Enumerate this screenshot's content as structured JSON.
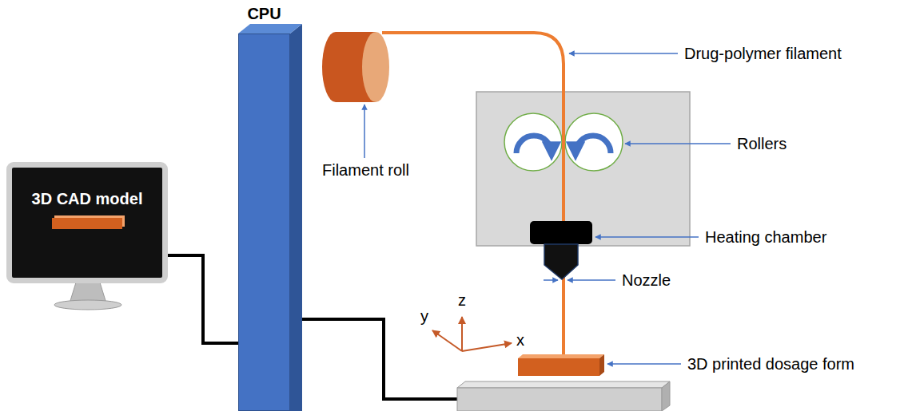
{
  "diagram": {
    "nodes": [
      {
        "text": [
          "3D CAD model"
        ]
      },
      {
        "text": [
          "CPU"
        ]
      }
    ],
    "edges": [
      {
        "from": 0,
        "to": 1,
        "arrow": "none"
      }
    ],
    "labels": [
      "Filament roll",
      "Drug-polymer filament",
      "Rollers",
      "Heating chamber",
      "Nozzle",
      "3D printed dosage form",
      "y",
      "z",
      "x"
    ]
  }
}
